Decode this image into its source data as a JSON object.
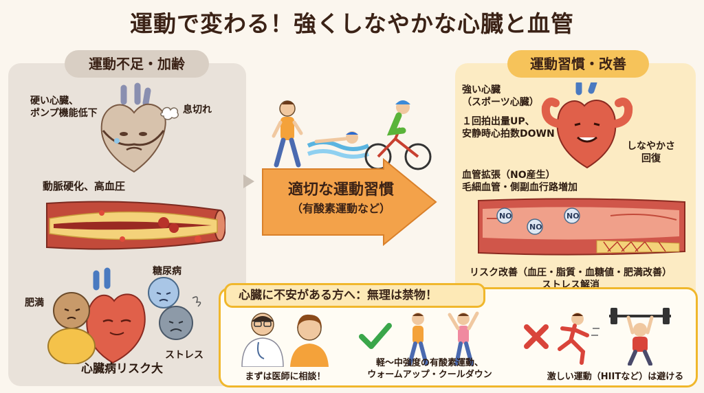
{
  "title": "運動で変わる！強くしなやかな心臓と血管",
  "left": {
    "header": "運動不足・加齢",
    "weak_heart": "硬い心臓、\nポンプ機能低下",
    "short_breath": "息切れ",
    "artery": "動脈硬化、高血圧",
    "diabetes": "糖尿病",
    "obesity": "肥満",
    "stress": "ストレス",
    "risk": "心臓病リスク大"
  },
  "center": {
    "main": "適切な運動習慣",
    "sub": "（有酸素運動など）"
  },
  "right": {
    "header": "運動習慣・改善",
    "strong_heart": "強い心臓\n（スポーツ心臓）",
    "output": "１回拍出量UP、\n安静時心拍数DOWN",
    "flexible": "しなやかさ\n回復",
    "vessel": "血管拡張（NO産生）\n毛細血管・側副血行路増加",
    "no_label": "NO",
    "risk_improve": "リスク改善（血圧・脂質・血糖値・肥満改善）\nストレス解消"
  },
  "bottom": {
    "heading": "心臓に不安がある方へ：無理は禁物！",
    "consult": "まずは医師に相談！",
    "recommended": "軽〜中強度の有酸素運動、\nウォームアップ・クールダウン",
    "avoid": "激しい運動（HIITなど）は避ける"
  },
  "colors": {
    "accent": "#f0b72c",
    "arrow": "#f3a24a",
    "check": "#3aa64a",
    "cross": "#d9443a",
    "heart": "#e0604a"
  }
}
